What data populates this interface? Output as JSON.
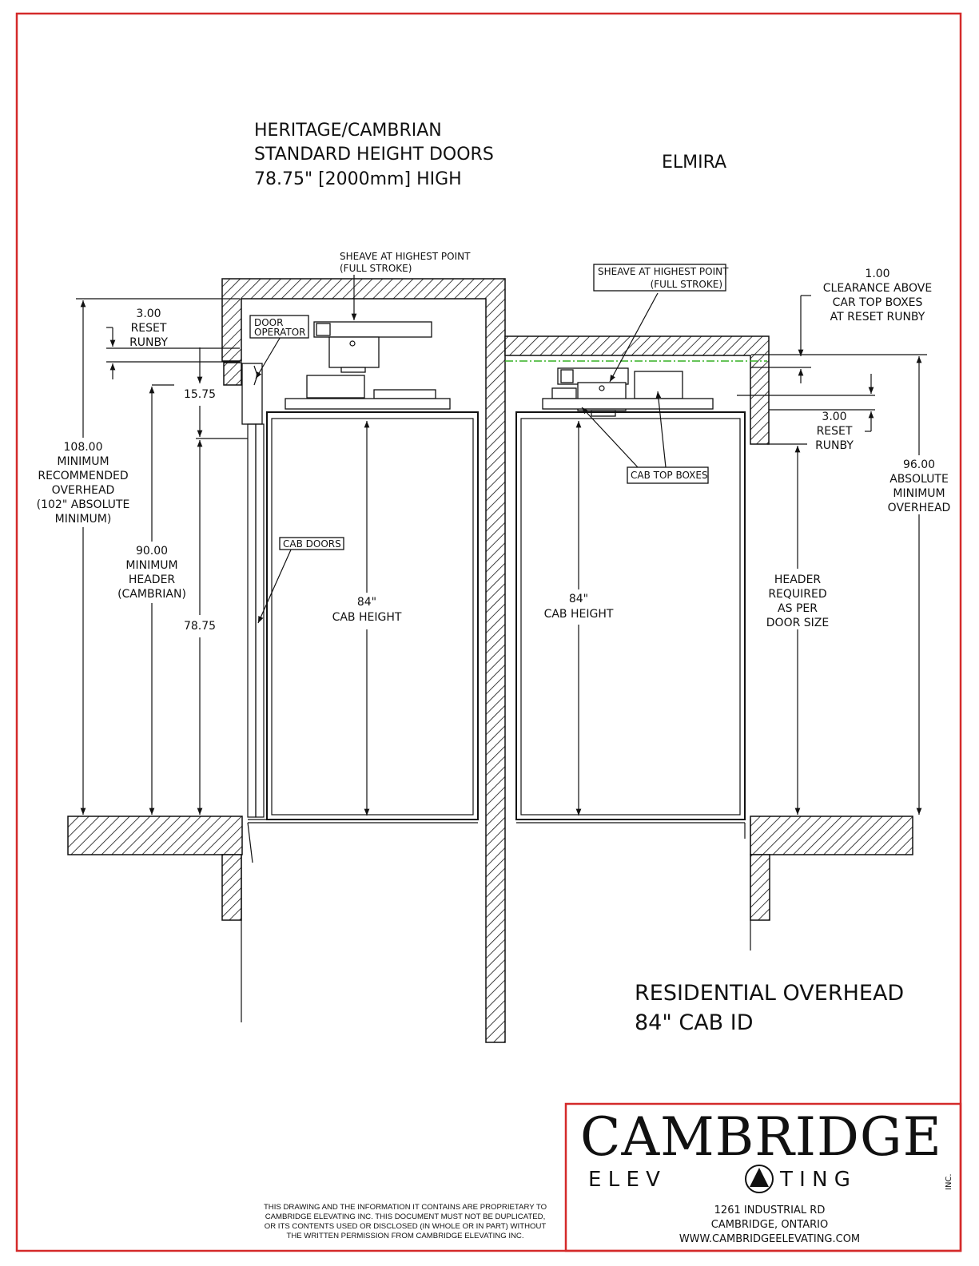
{
  "left_title": {
    "line1": "HERITAGE/CAMBRIAN",
    "line2": "STANDARD HEIGHT DOORS",
    "line3": "78.75\" [2000mm] HIGH"
  },
  "right_title": "ELMIRA",
  "left_labels": {
    "sheave_line1": "SHEAVE AT HIGHEST POINT",
    "sheave_line2": "(FULL STROKE)",
    "door_operator_line1": "DOOR",
    "door_operator_line2": "OPERATOR",
    "reset_runby": [
      "3.00",
      "RESET",
      "RUNBY"
    ],
    "dim_15_75": "15.75",
    "overhead": [
      "108.00",
      "MINIMUM",
      "RECOMMENDED",
      "OVERHEAD",
      "(102\" ABSOLUTE",
      "MINIMUM)"
    ],
    "header": [
      "90.00",
      "MINIMUM",
      "HEADER",
      "(CAMBRIAN)"
    ],
    "dim_78_75": "78.75",
    "cab_doors": "CAB DOORS",
    "cab_height": [
      "84\"",
      "CAB HEIGHT"
    ]
  },
  "right_labels": {
    "sheave_line1": "SHEAVE AT HIGHEST POINT",
    "sheave_line2": "(FULL STROKE)",
    "clearance": [
      "1.00",
      "CLEARANCE ABOVE",
      "CAR TOP BOXES",
      "AT RESET RUNBY"
    ],
    "reset_runby": [
      "3.00",
      "RESET",
      "RUNBY"
    ],
    "cab_top_boxes": "CAB TOP BOXES",
    "absolute_overhead": [
      "96.00",
      "ABSOLUTE",
      "MINIMUM",
      "OVERHEAD"
    ],
    "header_required": [
      "HEADER",
      "REQUIRED",
      "AS PER",
      "DOOR SIZE"
    ],
    "cab_height": [
      "84\"",
      "CAB HEIGHT"
    ]
  },
  "drawing_title": {
    "line1": "RESIDENTIAL OVERHEAD",
    "line2": "84\" CAB ID"
  },
  "disclaimer": [
    "THIS DRAWING AND THE INFORMATION IT CONTAINS ARE PROPRIETARY TO",
    "CAMBRIDGE ELEVATING INC. THIS DOCUMENT MUST NOT BE DUPLICATED,",
    "OR ITS CONTENTS USED OR DISCLOSED (IN WHOLE OR IN PART) WITHOUT",
    "THE WRITTEN PERMISSION FROM CAMBRIDGE ELEVATING INC."
  ],
  "company": {
    "name": "CAMBRIDGE",
    "sub_left": "E  L  E  V",
    "sub_right": "T  I  N  G",
    "inc": "INC.",
    "address1": "1261 INDUSTRIAL RD",
    "address2": "CAMBRIDGE, ONTARIO",
    "website": "WWW.CAMBRIDGEELEVATING.COM"
  },
  "colors": {
    "border": "#d42a2a",
    "line": "#111111",
    "green_dash": "#35b023"
  }
}
